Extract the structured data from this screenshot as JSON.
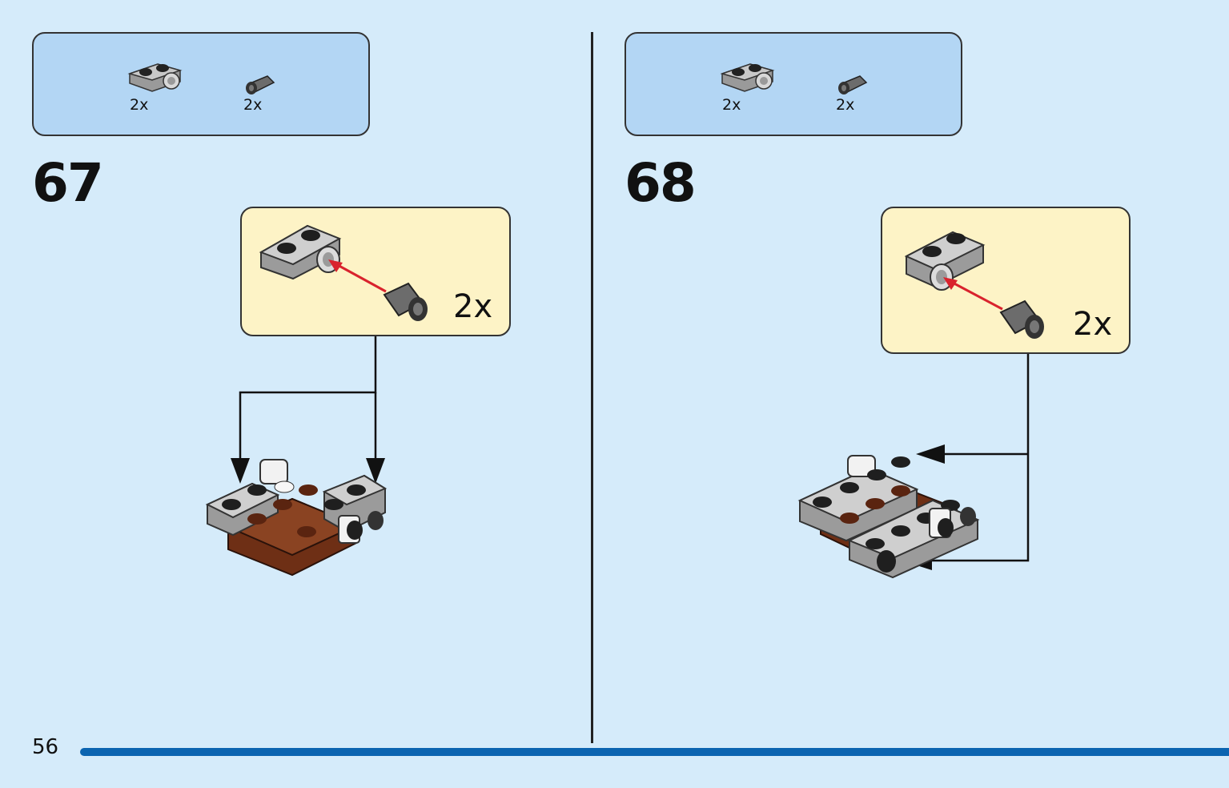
{
  "steps": [
    {
      "number": "67",
      "parts": [
        {
          "qty": "2x",
          "icon": "plate-with-pin-hole-icon"
        },
        {
          "qty": "2x",
          "icon": "axle-pin-icon"
        }
      ],
      "callout_qty": "2x"
    },
    {
      "number": "68",
      "parts": [
        {
          "qty": "2x",
          "icon": "plate-with-pin-hole-icon"
        },
        {
          "qty": "2x",
          "icon": "axle-pin-icon"
        }
      ],
      "callout_qty": "2x"
    }
  ],
  "page_number": "56",
  "colors": {
    "background": "#d5ebfa",
    "parts_box": "#b3d6f4",
    "callout": "#fdf3c6",
    "page_bar": "#0b64b0",
    "arrow_red": "#d9232d",
    "brick_brown": "#7a3a1e",
    "brick_gray": "#bcbcbc"
  }
}
